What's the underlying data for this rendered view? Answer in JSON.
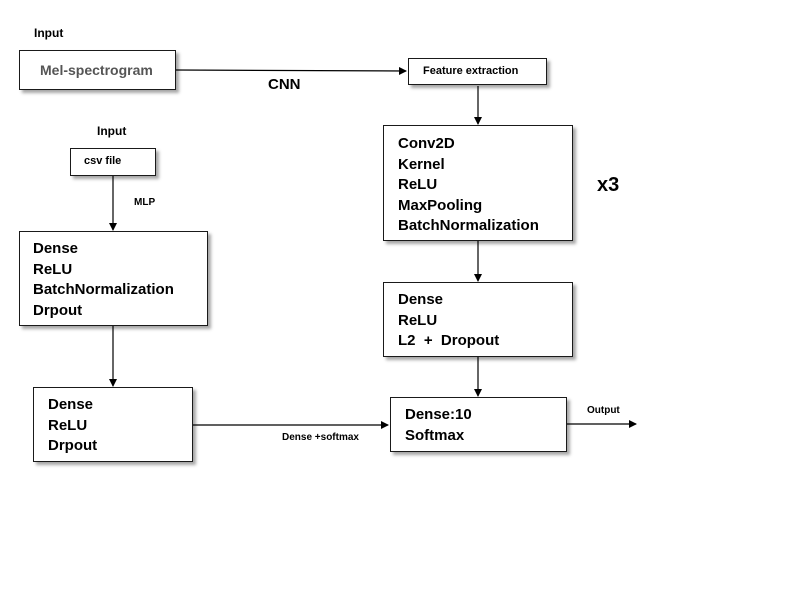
{
  "labels": {
    "input_top": "Input",
    "cnn": "CNN",
    "input_mid": "Input",
    "mlp": "MLP",
    "x3": "x3",
    "dense_softmax": "Dense +softmax",
    "output": "Output"
  },
  "boxes": {
    "mel": {
      "lines": [
        "Mel-spectrogram"
      ]
    },
    "feature": {
      "lines": [
        "Feature extraction"
      ]
    },
    "csv": {
      "lines": [
        "csv file"
      ]
    },
    "conv": {
      "lines": [
        "Conv2D",
        "Kernel",
        "ReLU",
        "MaxPooling",
        "BatchNormalization"
      ]
    },
    "mlp_block1": {
      "lines": [
        "Dense",
        "ReLU",
        "BatchNormalization",
        "Drpout"
      ]
    },
    "cnn_dense": {
      "lines": [
        "Dense",
        "ReLU",
        "L2  +  Dropout"
      ]
    },
    "mlp_block2": {
      "lines": [
        "Dense",
        "ReLU",
        "Drpout"
      ]
    },
    "final": {
      "lines": [
        "Dense:10",
        "Softmax"
      ]
    }
  }
}
